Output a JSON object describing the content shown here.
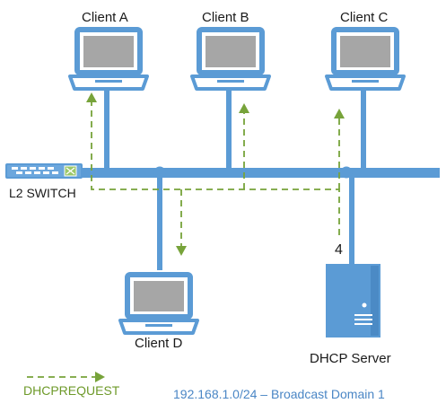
{
  "nodes": {
    "client_a": "Client A",
    "client_b": "Client B",
    "client_c": "Client C",
    "client_d": "Client D",
    "switch": "L2 SWITCH",
    "server": "DHCP Server"
  },
  "step_number": "4",
  "legend": {
    "dhcp_request": "DHCPREQUEST"
  },
  "domain_label": "192.168.1.0/24 – Broadcast Domain 1",
  "colors": {
    "bus": "#5b9bd5",
    "device_outline": "#5b9bd5",
    "screen": "#a6a6a6",
    "arrow": "#77a33a"
  }
}
